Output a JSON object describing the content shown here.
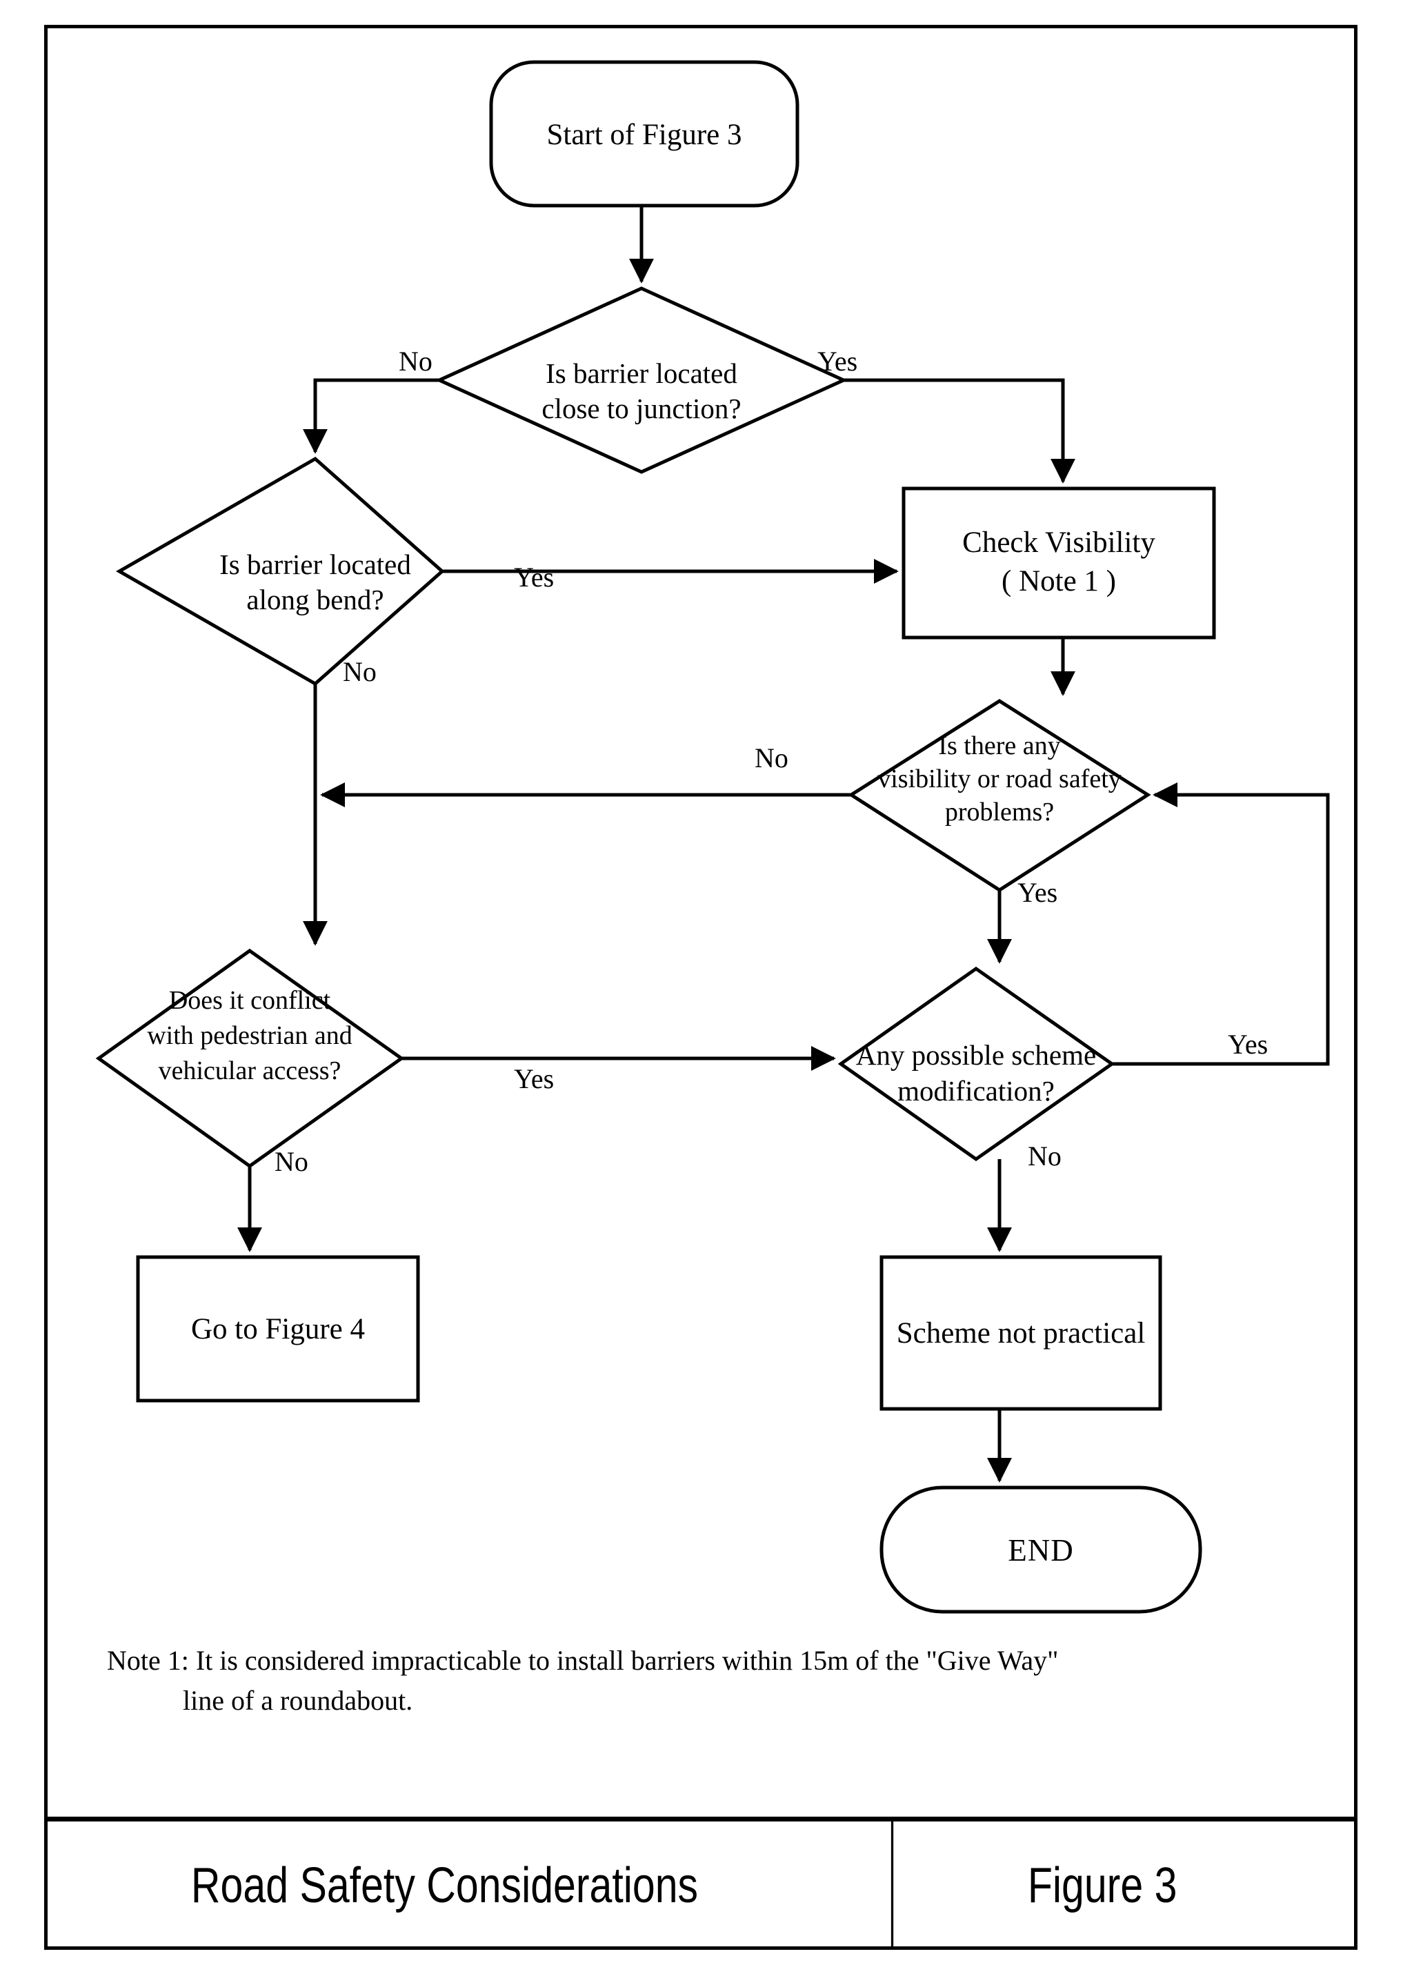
{
  "document": {
    "title": "Road Safety Considerations",
    "figure_label": "Figure 3"
  },
  "flowchart": {
    "type": "flowchart",
    "nodes": [
      {
        "id": "start",
        "shape": "terminator",
        "text": "Start of Figure  3"
      },
      {
        "id": "d_junction",
        "shape": "decision",
        "line1": "Is barrier located",
        "line2": "close to junction?"
      },
      {
        "id": "d_bend",
        "shape": "decision",
        "line1": "Is barrier located",
        "line2": "along bend?"
      },
      {
        "id": "p_visibility",
        "shape": "process",
        "line1": "Check Visibility",
        "line2": "( Note 1 )"
      },
      {
        "id": "d_problems",
        "shape": "decision",
        "line1": "Is there any",
        "line2": "visibility or road safety",
        "line3": "problems?"
      },
      {
        "id": "d_conflict",
        "shape": "decision",
        "line1": "Does it conflict",
        "line2": "with pedestrian and",
        "line3": "vehicular access?"
      },
      {
        "id": "d_modify",
        "shape": "decision",
        "line1": "Any possible scheme",
        "line2": "modification?"
      },
      {
        "id": "p_gotofig4",
        "shape": "process",
        "text": "Go to Figure  4"
      },
      {
        "id": "p_notprac",
        "shape": "process",
        "text": "Scheme not practical"
      },
      {
        "id": "end",
        "shape": "terminator",
        "text": "END"
      }
    ],
    "edges": [
      {
        "from": "start",
        "to": "d_junction",
        "label": ""
      },
      {
        "from": "d_junction",
        "to": "d_bend",
        "label": "No"
      },
      {
        "from": "d_junction",
        "to": "p_visibility",
        "label": "Yes"
      },
      {
        "from": "d_bend",
        "to": "p_visibility",
        "label": "Yes"
      },
      {
        "from": "d_bend",
        "to": "d_conflict",
        "label": "No"
      },
      {
        "from": "p_visibility",
        "to": "d_problems",
        "label": ""
      },
      {
        "from": "d_problems",
        "to": "d_conflict",
        "label": "No"
      },
      {
        "from": "d_problems",
        "to": "d_modify",
        "label": "Yes"
      },
      {
        "from": "d_conflict",
        "to": "d_modify",
        "label": "Yes"
      },
      {
        "from": "d_conflict",
        "to": "p_gotofig4",
        "label": "No"
      },
      {
        "from": "d_modify",
        "to": "d_problems",
        "label": "Yes"
      },
      {
        "from": "d_modify",
        "to": "p_notprac",
        "label": "No"
      },
      {
        "from": "p_notprac",
        "to": "end",
        "label": ""
      }
    ],
    "edge_labels": {
      "junction_no": "No",
      "junction_yes": "Yes",
      "bend_yes": "Yes",
      "bend_no": "No",
      "problems_no": "No",
      "problems_yes": "Yes",
      "conflict_yes": "Yes",
      "conflict_no": "No",
      "modify_yes": "Yes",
      "modify_no": "No"
    }
  },
  "note": {
    "line1": "Note 1: It is considered impracticable to install barriers within 15m of the \"Give Way\"",
    "line2": "line of a roundabout."
  },
  "colors": {
    "ink": "#000000",
    "paper": "#ffffff"
  }
}
